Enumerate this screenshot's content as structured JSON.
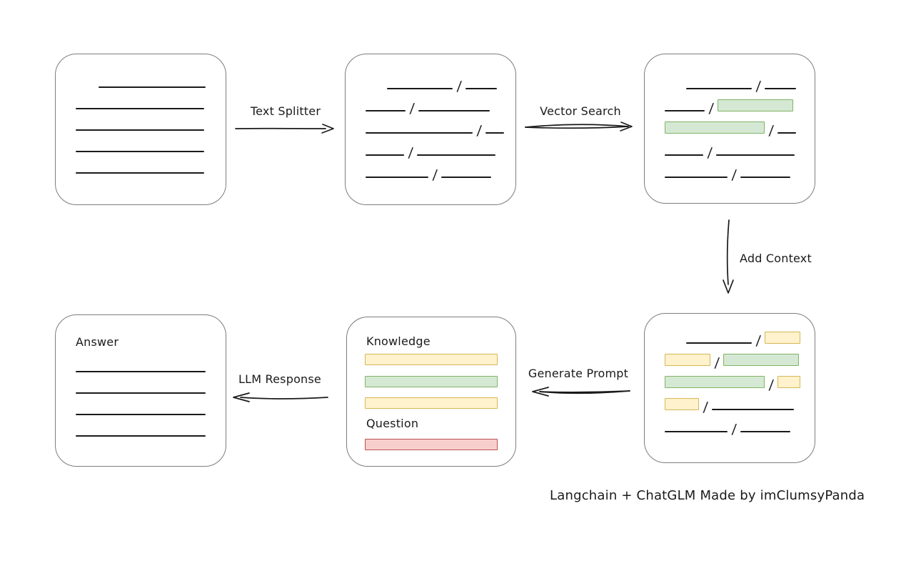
{
  "diagram": {
    "caption": "Langchain + ChatGLM Made by imClumsyPanda",
    "slash_char": "/",
    "colors": {
      "line": "#1a1a1a",
      "text": "#1a1a1a",
      "box_border": "#7d7d7d",
      "green_fill": "#d5e8d4",
      "green_border": "#82b366",
      "yellow_fill": "#fff2cc",
      "yellow_border": "#d6b656",
      "red_fill": "#f8cecc",
      "red_border": "#b85450"
    },
    "labels": {
      "text_splitter": "Text Splitter",
      "vector_search": "Vector Search",
      "add_context": "Add Context",
      "generate_prompt": "Generate Prompt",
      "llm_response": "LLM Response"
    },
    "prompt": {
      "knowledge_label": "Knowledge",
      "question_label": "Question",
      "knowledge_bars": [
        "yellow",
        "green",
        "yellow"
      ],
      "question_bars": [
        "red"
      ]
    },
    "answer_label": "Answer",
    "edges": [
      {
        "from": "document",
        "to": "split-chunks",
        "label": "Text Splitter",
        "direction": "right"
      },
      {
        "from": "split-chunks",
        "to": "matched-chunks",
        "label": "Vector Search",
        "direction": "right"
      },
      {
        "from": "matched-chunks",
        "to": "context-chunks",
        "label": "Add Context",
        "direction": "down"
      },
      {
        "from": "context-chunks",
        "to": "prompt",
        "label": "Generate Prompt",
        "direction": "left"
      },
      {
        "from": "prompt",
        "to": "answer",
        "label": "LLM Response",
        "direction": "left"
      }
    ],
    "rows": {
      "document": [
        [
          {
            "t": "line",
            "w": 150,
            "ml": 32
          }
        ],
        [
          {
            "t": "line",
            "w": 180
          }
        ],
        [
          {
            "t": "line",
            "w": 180
          }
        ],
        [
          {
            "t": "line",
            "w": 180
          }
        ],
        [
          {
            "t": "line",
            "w": 180
          }
        ]
      ],
      "split_chunks": [
        [
          {
            "t": "line",
            "w": 92,
            "ml": 30
          },
          {
            "t": "slash"
          },
          {
            "t": "line",
            "w": 44
          }
        ],
        [
          {
            "t": "line",
            "w": 56
          },
          {
            "t": "slash"
          },
          {
            "t": "line",
            "w": 100
          }
        ],
        [
          {
            "t": "line",
            "w": 150
          },
          {
            "t": "slash"
          },
          {
            "t": "line",
            "w": 26
          }
        ],
        [
          {
            "t": "line",
            "w": 54
          },
          {
            "t": "slash"
          },
          {
            "t": "line",
            "w": 110
          }
        ],
        [
          {
            "t": "line",
            "w": 88
          },
          {
            "t": "slash"
          },
          {
            "t": "line",
            "w": 70
          }
        ]
      ],
      "matched_chunks": [
        [
          {
            "t": "line",
            "w": 92,
            "ml": 30
          },
          {
            "t": "slash"
          },
          {
            "t": "line",
            "w": 44
          }
        ],
        [
          {
            "t": "line",
            "w": 56
          },
          {
            "t": "slash"
          },
          {
            "t": "rect",
            "c": "green",
            "w": 104
          }
        ],
        [
          {
            "t": "rect",
            "c": "green",
            "w": 138
          },
          {
            "t": "slash"
          },
          {
            "t": "line",
            "w": 26
          }
        ],
        [
          {
            "t": "line",
            "w": 54
          },
          {
            "t": "slash"
          },
          {
            "t": "line",
            "w": 110
          }
        ],
        [
          {
            "t": "line",
            "w": 88
          },
          {
            "t": "slash"
          },
          {
            "t": "line",
            "w": 70
          }
        ]
      ],
      "context_chunks": [
        [
          {
            "t": "line",
            "w": 92,
            "ml": 30
          },
          {
            "t": "slash"
          },
          {
            "t": "rect",
            "c": "yellow",
            "w": 48
          }
        ],
        [
          {
            "t": "rect",
            "c": "yellow",
            "w": 62
          },
          {
            "t": "slash"
          },
          {
            "t": "rect",
            "c": "green",
            "w": 104
          }
        ],
        [
          {
            "t": "rect",
            "c": "green",
            "w": 138
          },
          {
            "t": "slash"
          },
          {
            "t": "rect",
            "c": "yellow",
            "w": 30
          }
        ],
        [
          {
            "t": "rect",
            "c": "yellow",
            "w": 46
          },
          {
            "t": "slash"
          },
          {
            "t": "line",
            "w": 115
          }
        ],
        [
          {
            "t": "line",
            "w": 88
          },
          {
            "t": "slash"
          },
          {
            "t": "line",
            "w": 70
          }
        ]
      ],
      "answer": [
        [
          {
            "t": "line",
            "w": 182
          }
        ],
        [
          {
            "t": "line",
            "w": 182
          }
        ],
        [
          {
            "t": "line",
            "w": 182
          }
        ],
        [
          {
            "t": "line",
            "w": 182
          }
        ]
      ]
    }
  }
}
